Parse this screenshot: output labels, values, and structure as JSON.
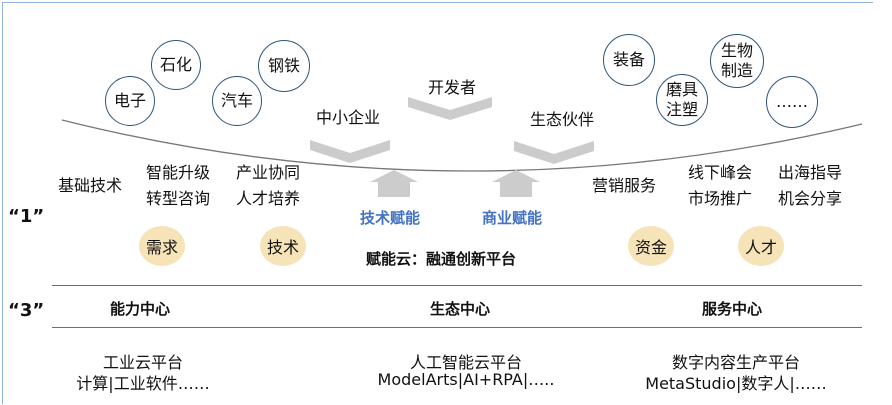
{
  "circles": [
    {
      "lines": [
        "电子"
      ]
    },
    {
      "lines": [
        "石化"
      ]
    },
    {
      "lines": [
        "汽车"
      ]
    },
    {
      "lines": [
        "钢铁"
      ]
    },
    {
      "lines": [
        "装备"
      ]
    },
    {
      "lines": [
        "磨具",
        "注塑"
      ]
    },
    {
      "lines": [
        "生物",
        "制造"
      ]
    },
    {
      "lines": [
        "……"
      ]
    }
  ],
  "roles": {
    "sme": "中小企业",
    "developer": "开发者",
    "partner": "生态伙伴"
  },
  "arrows": {
    "tech": "技术赋能",
    "business": "商业赋能"
  },
  "services": {
    "basic": [
      "基础技术"
    ],
    "upgrade": [
      "智能升级",
      "转型咨询"
    ],
    "industry": [
      "产业协同",
      "人才培养"
    ],
    "marketing": [
      "营销服务"
    ],
    "offline": [
      "线下峰会",
      "市场推广"
    ],
    "overseas": [
      "出海指导",
      "机会分享"
    ]
  },
  "badges": {
    "demand": "需求",
    "technology": "技术",
    "capital": "资金",
    "talent": "人才"
  },
  "platform": "赋能云：融通创新平台",
  "labels": {
    "one": "“1”",
    "three": "“3”"
  },
  "centers": [
    {
      "title": "能力中心",
      "line1": "工业云平台",
      "line2": "计算|工业软件……"
    },
    {
      "title": "生态中心",
      "line1": "人工智能云平台",
      "line2": "ModelArts|AI+RPA|….."
    },
    {
      "title": "服务中心",
      "line1": "数字内容生产平台",
      "line2": "MetaStudio|数字人|……"
    }
  ],
  "colors": {
    "accent_blue": "#4472c4",
    "badge": "#f7e3b8",
    "circle_border": "#2f5577",
    "chevron": "#cccccc"
  }
}
